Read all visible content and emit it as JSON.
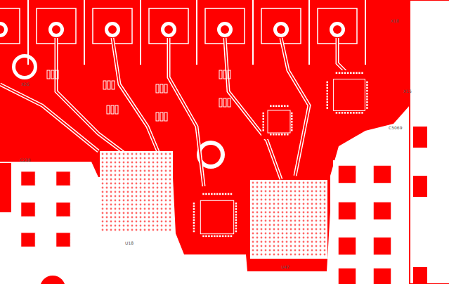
{
  "diagram": {
    "labels": [
      "X18",
      "X26",
      "X15",
      "U18",
      "U47",
      "C238",
      "C5069"
    ]
  }
}
